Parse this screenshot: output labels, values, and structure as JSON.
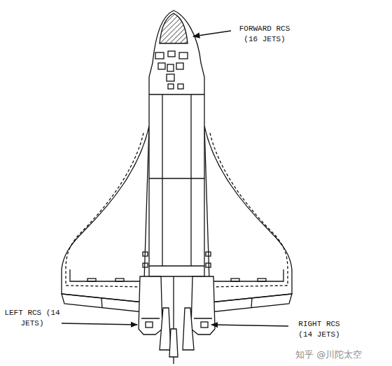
{
  "diagram": {
    "labels": [
      "FORWARD RCS (16 JETS)",
      "LEFT RCS (14 JETS)",
      "RIGHT RCS (14 JETS)",
      "知乎 @川陀太空"
    ]
  }
}
